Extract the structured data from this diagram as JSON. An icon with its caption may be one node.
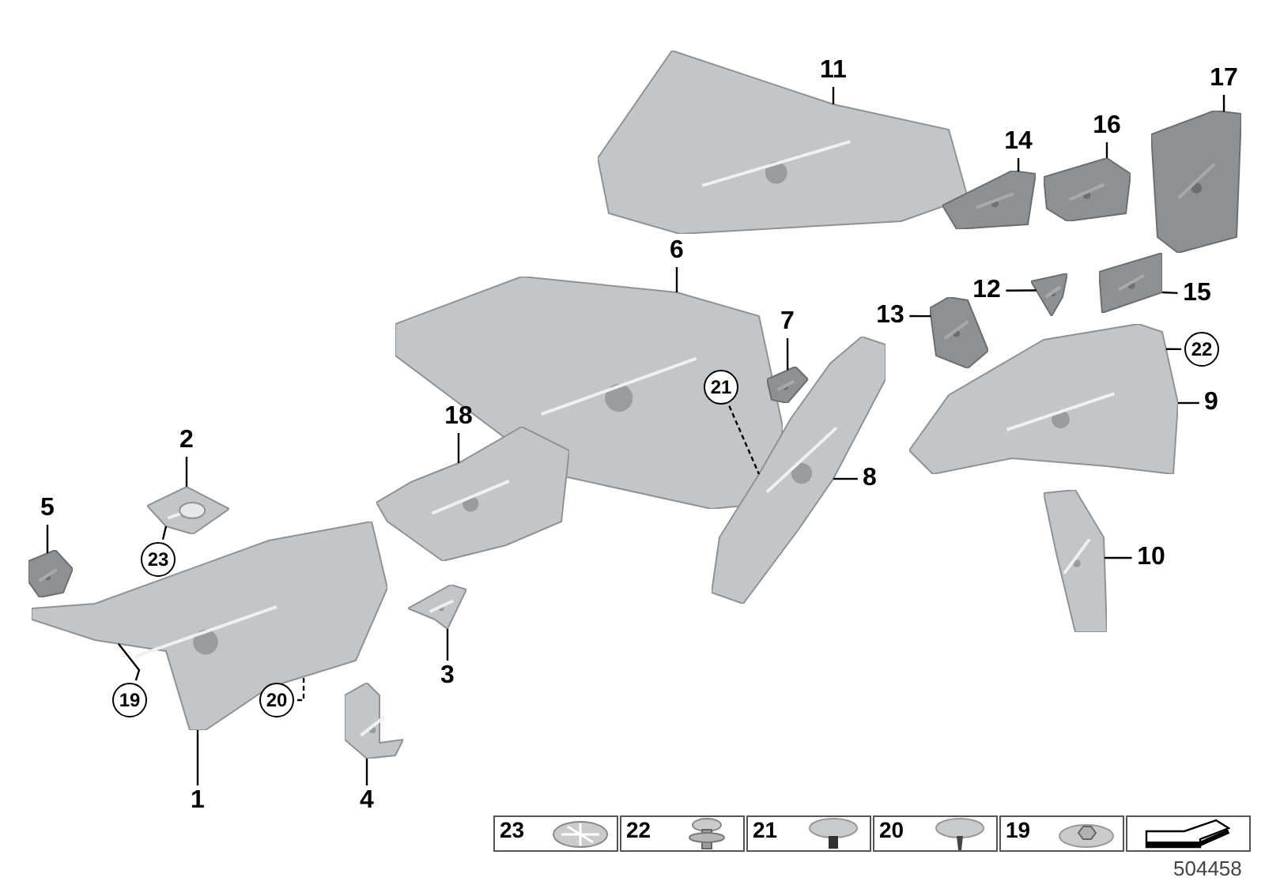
{
  "diagram": {
    "nodes": [
      {
        "text": [
          "1"
        ]
      },
      {
        "text": [
          "2"
        ]
      },
      {
        "text": [
          "3"
        ]
      },
      {
        "text": [
          "4"
        ]
      },
      {
        "text": [
          "5"
        ]
      },
      {
        "text": [
          "6"
        ]
      },
      {
        "text": [
          "7"
        ]
      },
      {
        "text": [
          "8"
        ]
      },
      {
        "text": [
          "9"
        ]
      },
      {
        "text": [
          "10"
        ]
      },
      {
        "text": [
          "11"
        ]
      },
      {
        "text": [
          "12"
        ]
      },
      {
        "text": [
          "13"
        ]
      },
      {
        "text": [
          "14"
        ]
      },
      {
        "text": [
          "15"
        ]
      },
      {
        "text": [
          "16"
        ]
      },
      {
        "text": [
          "17"
        ]
      },
      {
        "text": [
          "18"
        ]
      },
      {
        "text": [
          "19"
        ]
      },
      {
        "text": [
          "20"
        ]
      },
      {
        "text": [
          "21"
        ],
        "in": 28
      },
      {
        "text": [
          "22"
        ]
      },
      {
        "text": [
          "23"
        ]
      },
      {
        "text": [],
        "shape": "picture"
      },
      {
        "text": [],
        "shape": "picture"
      },
      {
        "text": [],
        "shape": "picture"
      },
      {
        "text": [],
        "shape": "picture"
      },
      {
        "text": [],
        "shape": "picture"
      },
      {
        "text": [],
        "shape": "picture"
      },
      {
        "text": [],
        "shape": "picture"
      },
      {
        "text": [],
        "shape": "picture"
      },
      {
        "text": [],
        "shape": "picture"
      },
      {
        "text": [],
        "shape": "picture"
      },
      {
        "text": [],
        "shape": "picture"
      },
      {
        "text": [],
        "shape": "picture"
      },
      {
        "text": [],
        "shape": "picture"
      },
      {
        "text": [],
        "shape": "picture"
      },
      {
        "text": [],
        "shape": "picture"
      },
      {
        "text": [],
        "shape": "picture"
      },
      {
        "text": [],
        "shape": "picture"
      },
      {
        "text": [],
        "shape": "picture"
      }
    ],
    "edges": [
      {
        "from": 0,
        "to": 23,
        "arrow": "none"
      },
      {
        "from": 1,
        "to": 24,
        "arrow": "none"
      },
      {
        "from": 2,
        "to": 25,
        "arrow": "none"
      },
      {
        "from": 3,
        "to": 26,
        "arrow": "none"
      },
      {
        "from": 4,
        "to": 27,
        "arrow": "none"
      },
      {
        "from": 5,
        "to": 28,
        "arrow": "none"
      },
      {
        "from": 6,
        "to": 29,
        "arrow": "none"
      },
      {
        "from": 7,
        "to": 30,
        "arrow": "none"
      },
      {
        "from": 8,
        "to": 31,
        "arrow": "none"
      },
      {
        "from": 9,
        "to": 32,
        "arrow": "none"
      },
      {
        "from": 10,
        "to": 33,
        "arrow": "none"
      },
      {
        "from": 11,
        "to": 34,
        "arrow": "none"
      },
      {
        "from": 12,
        "to": 35,
        "arrow": "none"
      },
      {
        "from": 13,
        "to": 36,
        "arrow": "none"
      },
      {
        "from": 14,
        "to": 37,
        "arrow": "none"
      },
      {
        "from": 15,
        "to": 38,
        "arrow": "none"
      },
      {
        "from": 16,
        "to": 39,
        "arrow": "none"
      },
      {
        "from": 17,
        "to": 40,
        "arrow": "none"
      },
      {
        "from": 18,
        "to": 23,
        "arrow": "none"
      },
      {
        "from": 19,
        "to": 23,
        "arrow": "none",
        "style": "dashed"
      },
      {
        "from": 20,
        "to": 30,
        "arrow": "none",
        "style": "dashed"
      },
      {
        "from": 21,
        "to": 31,
        "arrow": "none"
      },
      {
        "from": 22,
        "to": 24,
        "arrow": "none"
      }
    ],
    "labels": [
      "23",
      "22",
      "21",
      "20",
      "19",
      "504458"
    ]
  }
}
